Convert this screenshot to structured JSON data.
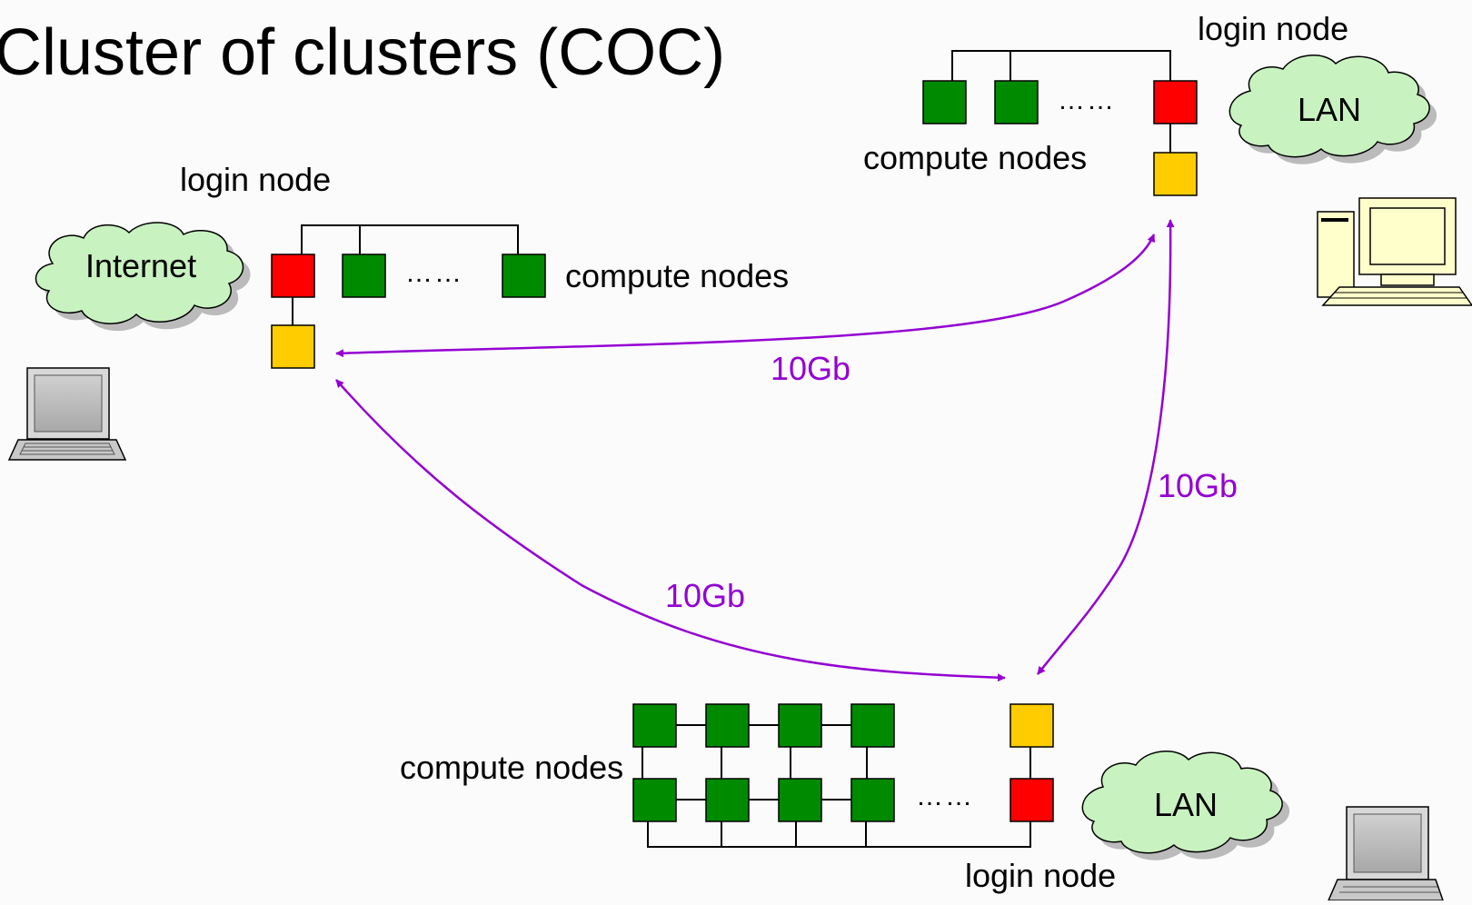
{
  "title": "Cluster of clusters (COC)",
  "colors": {
    "compute_node": "#008a00",
    "login_node": "#ff0000",
    "gateway_node": "#ffcc00",
    "link": "#9400d3",
    "cloud_fill": "#c8f2c0"
  },
  "cluster_left": {
    "login_label": "login node",
    "compute_label": "compute nodes",
    "ellipsis": "……",
    "cloud_label": "Internet",
    "device_icon": "laptop-icon"
  },
  "cluster_top_right": {
    "login_label": "login node",
    "compute_label": "compute nodes",
    "ellipsis": "……",
    "cloud_label": "LAN",
    "device_icon": "desktop-computer-icon"
  },
  "cluster_bottom": {
    "login_label": "login node",
    "compute_label": "compute nodes",
    "ellipsis": "……",
    "cloud_label": "LAN",
    "device_icon": "laptop-icon"
  },
  "links": [
    {
      "label": "10Gb"
    },
    {
      "label": "10Gb"
    },
    {
      "label": "10Gb"
    }
  ]
}
